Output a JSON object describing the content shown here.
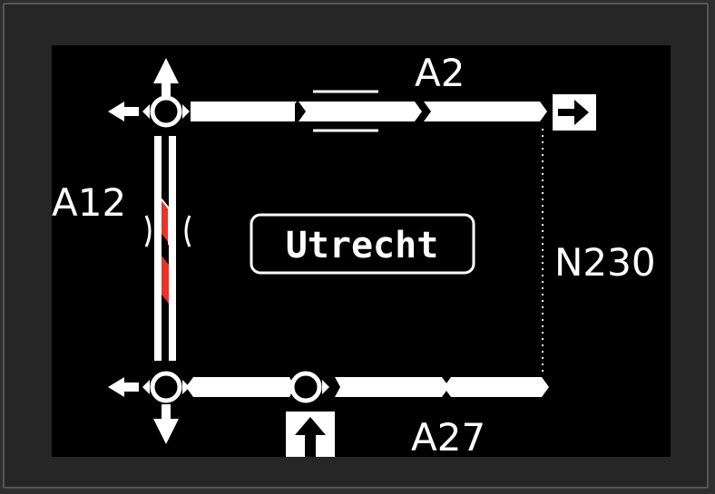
{
  "map": {
    "city": "Utrecht",
    "roads": {
      "top": "A2",
      "left": "A12",
      "right": "N230",
      "bottom": "A27"
    },
    "congestion": {
      "road": "A12",
      "color": "#e8332b"
    },
    "icons": [
      "exit-arrow-icon",
      "entry-arrow-icon",
      "junction-icon",
      "bridge-icon",
      "tunnel-icon"
    ],
    "colors": {
      "background": "#000000",
      "road": "#ffffff",
      "frame": "#2e2e2e"
    }
  }
}
